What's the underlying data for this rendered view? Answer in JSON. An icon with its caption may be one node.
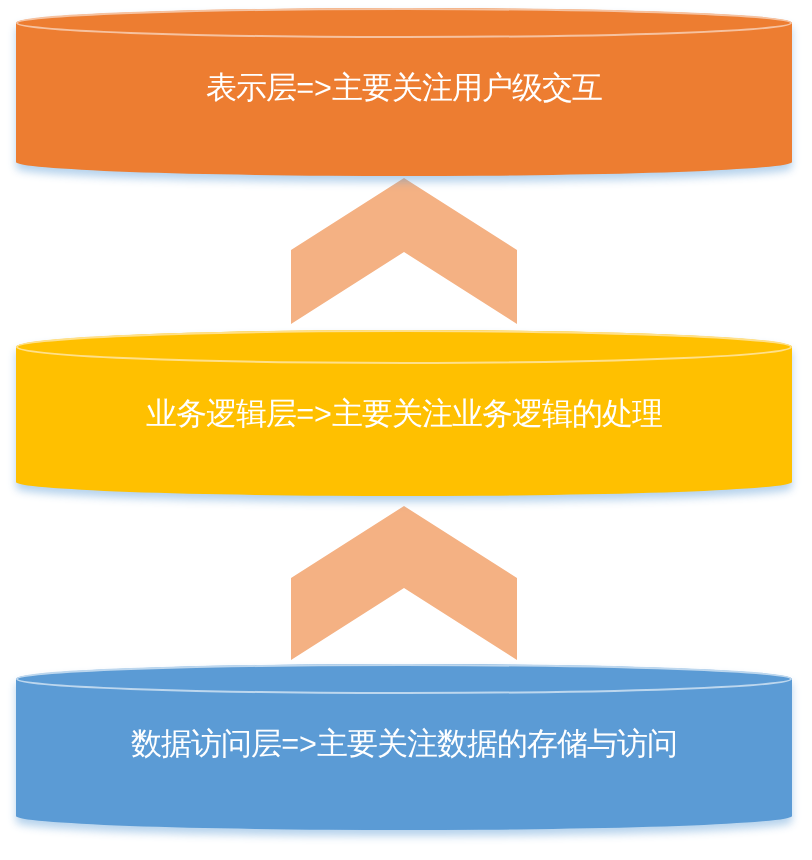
{
  "diagram": {
    "nodes": [
      {
        "text": [
          "表示层=>主要关注用户级交互"
        ]
      },
      {
        "text": [
          "业务逻辑层=>主要关注业务逻辑的处理"
        ]
      },
      {
        "text": [
          "数据访问层=>主要关注数据的存储与访问"
        ]
      }
    ],
    "edges": [
      {
        "from": 1,
        "to": 0,
        "arrow": "to"
      },
      {
        "from": 2,
        "to": 1,
        "arrow": "to"
      }
    ]
  }
}
